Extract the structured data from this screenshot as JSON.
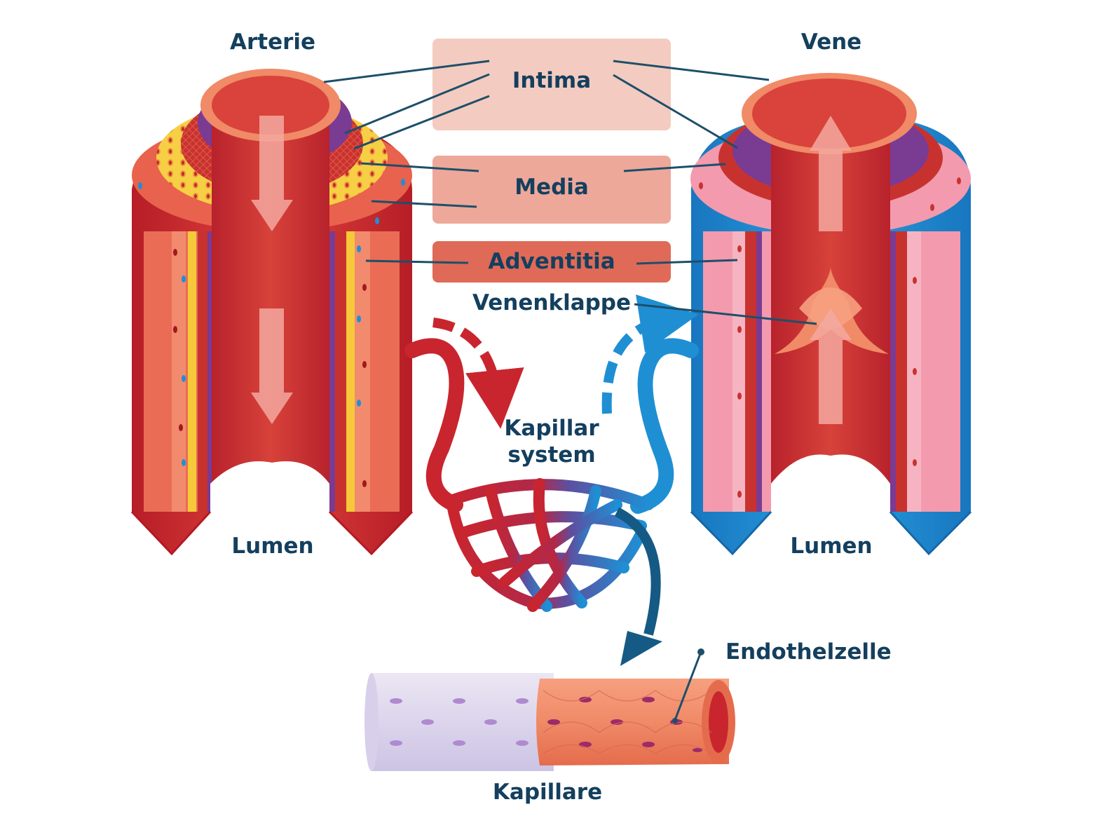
{
  "labels": {
    "artery": "Arterie",
    "vein": "Vene",
    "intima": "Intima",
    "media": "Media",
    "adventitia": "Adventitia",
    "vein_valve": "Venenklappe",
    "capillary_system_line1": "Kapillar",
    "capillary_system_line2": "system",
    "lumen_artery": "Lumen",
    "lumen_vein": "Lumen",
    "endothelial_cell": "Endothelzelle",
    "capillary": "Kapillare"
  },
  "colors": {
    "label_text": "#143f5e",
    "leader_line": "#1d4f6a",
    "intima_box": "#f4cbc0",
    "media_box": "#eda89a",
    "adventitia_box": "#df6a58",
    "artery_red": "#c9252e",
    "artery_light": "#e8624d",
    "vein_blue": "#1f8fd4",
    "vein_pink": "#f39aae",
    "media_purple": "#7a3b93",
    "fat_yellow": "#f5c93a",
    "capillary_orange": "#f08a67"
  }
}
